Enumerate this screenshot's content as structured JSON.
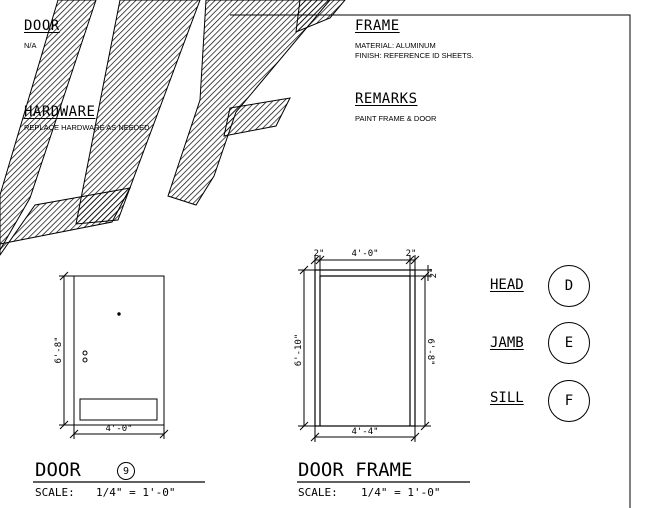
{
  "door": {
    "header": "DOOR",
    "note": "N/A"
  },
  "frame": {
    "header": "FRAME",
    "material": "MATERIAL: ALUMINUM",
    "finish": "FINISH: REFERENCE ID SHEETS."
  },
  "hardware": {
    "header": "HARDWARE",
    "note": "REPLACE HARDWARE AS NEEDED"
  },
  "remarks": {
    "header": "REMARKS",
    "note": "PAINT FRAME & DOOR"
  },
  "door_elevation": {
    "title": "DOOR",
    "number": "9",
    "scale_label": "SCALE:",
    "scale_value": "1/4\" = 1'-0\"",
    "height_dim": "6'-8\"",
    "width_dim": "4'-0\""
  },
  "frame_elevation": {
    "title": "DOOR FRAME",
    "scale_label": "SCALE:",
    "scale_value": "1/4\" = 1'-0\"",
    "top_left_dim": "2\"",
    "top_width_dim": "4'-0\"",
    "top_right_dim": "2\"",
    "side_dim": "2\"",
    "overall_height_dim": "6'-10\"",
    "inner_height_dim": "6'-8\"",
    "overall_width_dim": "4'-4\""
  },
  "details": [
    {
      "label": "HEAD",
      "ref": "D"
    },
    {
      "label": "JAMB",
      "ref": "E"
    },
    {
      "label": "SILL",
      "ref": "F"
    }
  ]
}
